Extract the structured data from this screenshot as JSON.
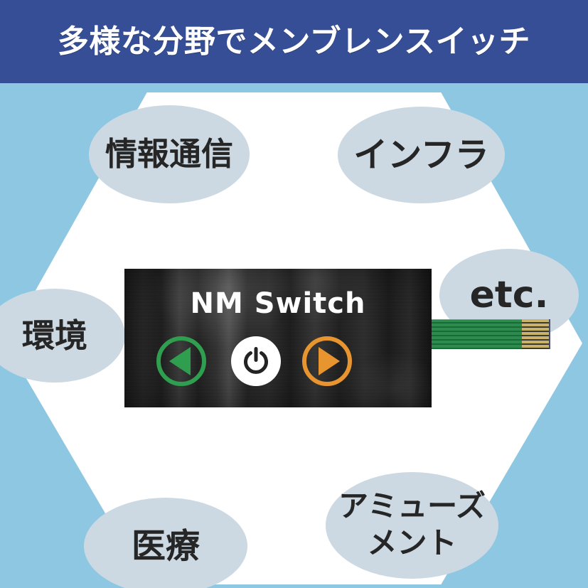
{
  "header": {
    "title": "多様な分野でメンブレンスイッチ",
    "background_color": "#354e95",
    "text_color": "#ffffff"
  },
  "background": {
    "page_color": "#8ec7e2",
    "hexagon_color": "#ffffff"
  },
  "categories": [
    {
      "id": "joho",
      "label": "情報通信"
    },
    {
      "id": "infra",
      "label": "インフラ"
    },
    {
      "id": "etc",
      "label": "etc."
    },
    {
      "id": "kankyo",
      "label": "環境"
    },
    {
      "id": "iryo",
      "label": "医療"
    },
    {
      "id": "amuse",
      "label_line1": "アミューズ",
      "label_line2": "メント"
    }
  ],
  "bubble_style": {
    "fill_color": "#ccd9e2",
    "text_color": "#262626"
  },
  "device": {
    "panel_title": "NM Switch",
    "panel_color": "#202020",
    "title_color": "#ffffff",
    "buttons": [
      {
        "id": "prev",
        "icon": "triangle-left-icon",
        "color": "#2f9e4f"
      },
      {
        "id": "power",
        "icon": "power-icon",
        "color": "#ffffff"
      },
      {
        "id": "next",
        "icon": "triangle-right-icon",
        "color": "#e8952f"
      }
    ]
  },
  "flex_cable": {
    "ribbon_color": "#2e8b4f",
    "ribbon_stripe_color": "#176b35",
    "contact_color": "#c9b36a",
    "trace_count": 7
  }
}
